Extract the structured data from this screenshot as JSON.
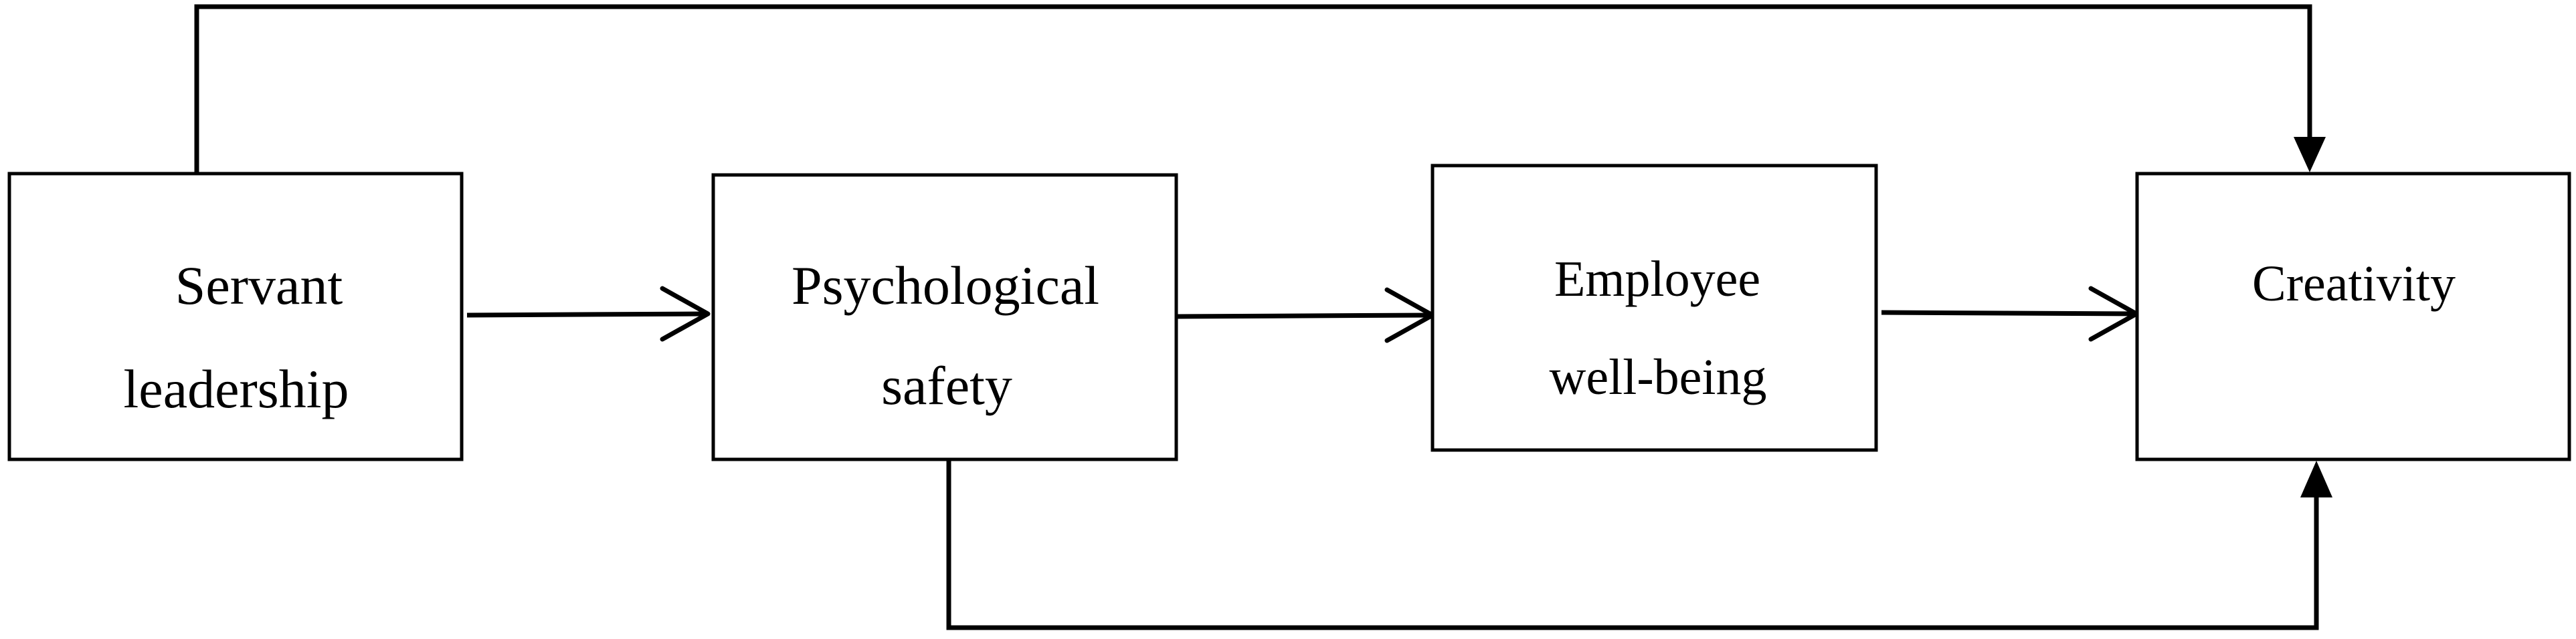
{
  "diagram": {
    "nodes": {
      "servant_leadership": {
        "line1": "Servant",
        "line2": "leadership"
      },
      "psychological_safety": {
        "line1": "Psychological",
        "line2": "safety"
      },
      "employee_well_being": {
        "line1": "Employee",
        "line2": "well-being"
      },
      "creativity": {
        "line1": "Creativity"
      }
    },
    "edges": [
      {
        "from": "Servant leadership",
        "to": "Psychological safety"
      },
      {
        "from": "Psychological safety",
        "to": "Employee well-being"
      },
      {
        "from": "Employee well-being",
        "to": "Creativity"
      },
      {
        "from": "Servant leadership",
        "to": "Creativity"
      },
      {
        "from": "Psychological safety",
        "to": "Creativity"
      }
    ]
  }
}
